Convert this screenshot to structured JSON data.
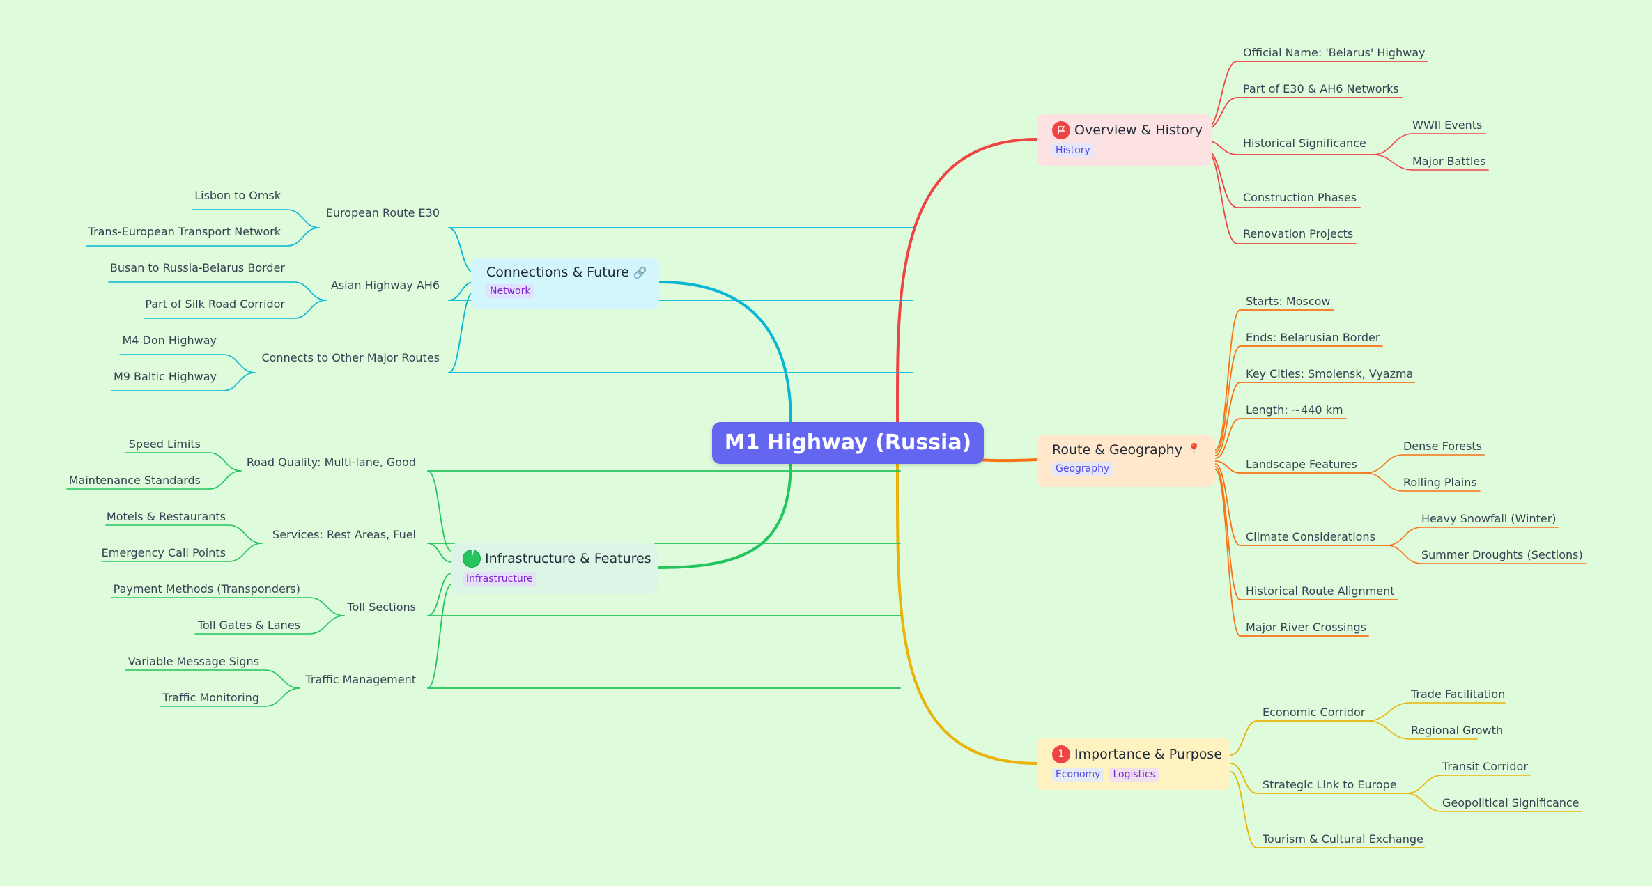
{
  "colors": {
    "background": "#defbdb",
    "root": "#6366f1",
    "history": "#ef4444",
    "geography": "#f97316",
    "importance": "#eab308",
    "infrastructure": "#22c55e",
    "connections": "#06b6d4"
  },
  "root": {
    "label": "M1 Highway (Russia)"
  },
  "branches": {
    "history": {
      "title": "Overview & History",
      "icon": "flag-icon",
      "tags": [
        "History"
      ],
      "children": [
        {
          "label": "Official Name: 'Belarus' Highway"
        },
        {
          "label": "Part of E30 & AH6 Networks"
        },
        {
          "label": "Historical Significance",
          "children": [
            "WWII Events",
            "Major Battles"
          ]
        },
        {
          "label": "Construction Phases"
        },
        {
          "label": "Renovation Projects"
        }
      ]
    },
    "geography": {
      "title": "Route & Geography",
      "icon_glyph": "📍",
      "tags": [
        "Geography"
      ],
      "children": [
        {
          "label": "Starts: Moscow"
        },
        {
          "label": "Ends: Belarusian Border"
        },
        {
          "label": "Key Cities: Smolensk, Vyazma"
        },
        {
          "label": "Length: ~440 km"
        },
        {
          "label": "Landscape Features",
          "children": [
            "Dense Forests",
            "Rolling Plains"
          ]
        },
        {
          "label": "Climate Considerations",
          "children": [
            "Heavy Snowfall (Winter)",
            "Summer Droughts (Sections)"
          ]
        },
        {
          "label": "Historical Route Alignment"
        },
        {
          "label": "Major River Crossings"
        }
      ]
    },
    "importance": {
      "title": "Importance & Purpose",
      "badge": "1",
      "tags": [
        "Economy",
        "Logistics"
      ],
      "children": [
        {
          "label": "Economic Corridor",
          "children": [
            "Trade Facilitation",
            "Regional Growth"
          ]
        },
        {
          "label": "Strategic Link to Europe",
          "children": [
            "Transit Corridor",
            "Geopolitical Significance"
          ]
        },
        {
          "label": "Tourism & Cultural Exchange"
        }
      ]
    },
    "infrastructure": {
      "title": "Infrastructure & Features",
      "icon": "progress-pie-icon",
      "tags": [
        "Infrastructure"
      ],
      "children": [
        {
          "label": "Road Quality: Multi-lane, Good",
          "children": [
            "Speed Limits",
            "Maintenance Standards"
          ]
        },
        {
          "label": "Services: Rest Areas, Fuel",
          "children": [
            "Motels & Restaurants",
            "Emergency Call Points"
          ]
        },
        {
          "label": "Toll Sections",
          "children": [
            "Payment Methods (Transponders)",
            "Toll Gates & Lanes"
          ]
        },
        {
          "label": "Traffic Management",
          "children": [
            "Variable Message Signs",
            "Traffic Monitoring"
          ]
        }
      ]
    },
    "connections": {
      "title": "Connections & Future",
      "icon_glyph": "🔗",
      "tags": [
        "Network"
      ],
      "children": [
        {
          "label": "European Route E30",
          "children": [
            "Lisbon to Omsk",
            "Trans-European Transport Network"
          ]
        },
        {
          "label": "Asian Highway AH6",
          "children": [
            "Busan to Russia-Belarus Border",
            "Part of Silk Road Corridor"
          ]
        },
        {
          "label": "Connects to Other Major Routes",
          "children": [
            "M4 Don Highway",
            "M9 Baltic Highway"
          ]
        }
      ]
    }
  }
}
